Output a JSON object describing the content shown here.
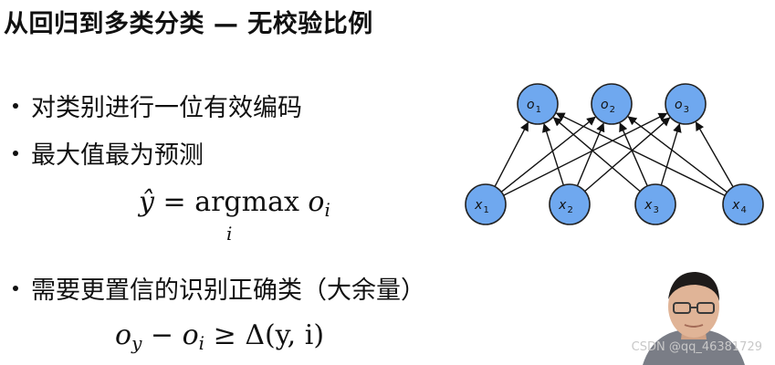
{
  "title": "从回归到多类分类 — 无校验比例",
  "bullets": [
    {
      "text": "对类别进行一位有效编码"
    },
    {
      "text": "最大值最为预测"
    },
    {
      "text": "需要更置信的识别正确类（大余量）"
    }
  ],
  "equation1": {
    "lhs": "ŷ",
    "equals": "=",
    "op": "argmax",
    "var": "o",
    "sub": "i",
    "under": "i"
  },
  "equation2": {
    "var1": "o",
    "sub1": "y",
    "minus": "−",
    "var2": "o",
    "sub2": "i",
    "geq": "≥",
    "rhs": "Δ(y, i)"
  },
  "network": {
    "outputs": [
      {
        "var": "o",
        "sub": "1"
      },
      {
        "var": "o",
        "sub": "2"
      },
      {
        "var": "o",
        "sub": "3"
      }
    ],
    "inputs": [
      {
        "var": "x",
        "sub": "1"
      },
      {
        "var": "x",
        "sub": "2"
      },
      {
        "var": "x",
        "sub": "3"
      },
      {
        "var": "x",
        "sub": "4"
      }
    ],
    "node_fill": "#6fa8ef",
    "node_stroke": "#222222"
  },
  "watermark": "CSDN @qq_46381729"
}
